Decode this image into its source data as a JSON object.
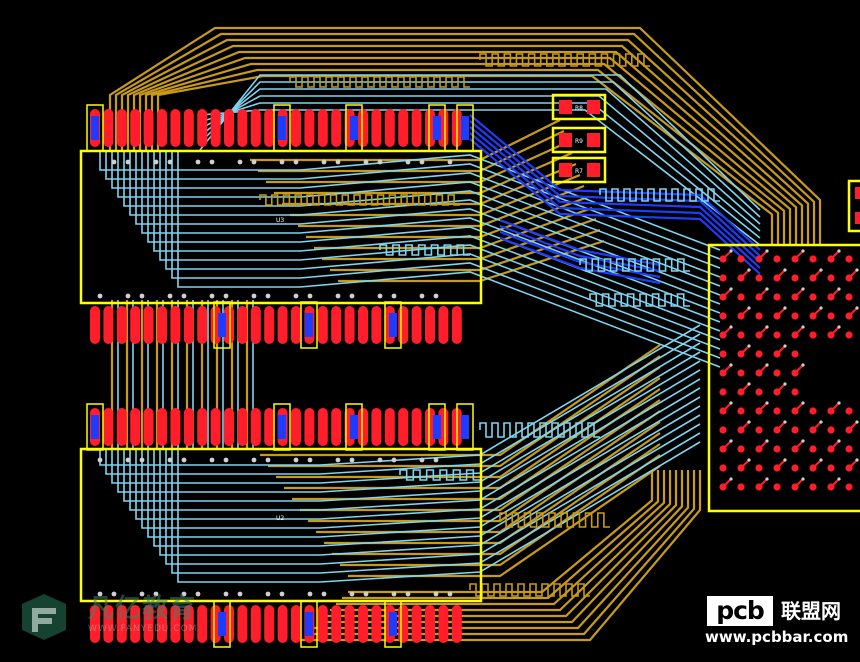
{
  "board": {
    "colors": {
      "background": "#000000",
      "trace_top": "#c89a1a",
      "trace_inner": "#7fd4f0",
      "trace_bottom": "#1e3cff",
      "pad": "#ff1e2a",
      "outline": "#ffff00",
      "via": "#d0d0d0"
    },
    "components": [
      {
        "id": "u3",
        "label": "U3"
      },
      {
        "id": "u2",
        "label": "U2"
      },
      {
        "id": "r8",
        "label": "R8"
      },
      {
        "id": "r9",
        "label": "R9"
      },
      {
        "id": "r7",
        "label": "R7"
      }
    ]
  },
  "watermark_left": {
    "text_cn": "凡亿教育",
    "url": "WWW.FANYEDU.COM"
  },
  "watermark_right": {
    "pcb": "pcb",
    "text_cn": "联盟网",
    "url": "www.pcbbar.com"
  }
}
